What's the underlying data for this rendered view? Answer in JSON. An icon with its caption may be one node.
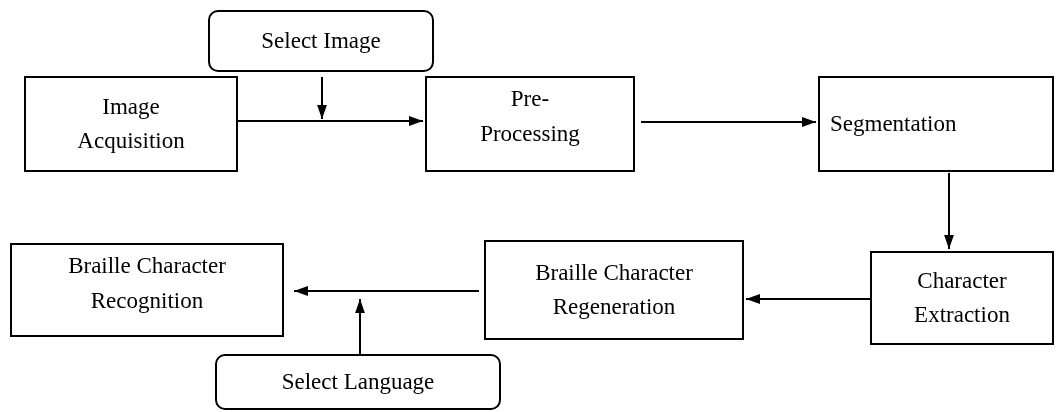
{
  "diagram": {
    "nodes": [
      {
        "text": [
          "Select Image"
        ]
      },
      {
        "text": [
          "Image Acquisition"
        ]
      },
      {
        "text": [
          "Pre- Processing"
        ]
      },
      {
        "text": [
          "Segmentation"
        ]
      },
      {
        "text": [
          "Character Extraction"
        ]
      },
      {
        "text": [
          "Braille Character Regeneration"
        ]
      },
      {
        "text": [
          "Braille Character Recognition"
        ]
      },
      {
        "text": [
          "Select Language"
        ]
      }
    ],
    "edges": [
      {
        "from": 1,
        "to": 2,
        "arrow": "to"
      },
      {
        "from": 0,
        "to": null,
        "arrow": "to"
      },
      {
        "from": 2,
        "to": 3,
        "arrow": "to"
      },
      {
        "from": 3,
        "to": 4,
        "arrow": "to"
      },
      {
        "from": 4,
        "to": 5,
        "arrow": "to"
      },
      {
        "from": 5,
        "to": 6,
        "arrow": "to"
      },
      {
        "from": 7,
        "to": null,
        "arrow": "to"
      }
    ]
  }
}
